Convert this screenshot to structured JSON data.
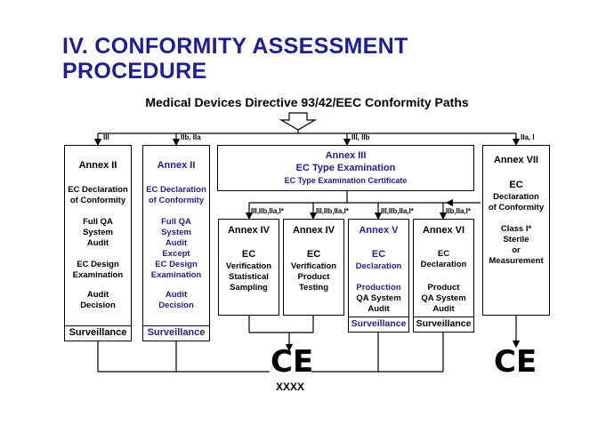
{
  "title_line1": "IV. CONFORMITY ASSESSMENT",
  "title_line2": "PROCEDURE",
  "subtitle": "Medical Devices Directive 93/42/EEC Conformity Paths",
  "labels": {
    "top_iii": "III",
    "top_iib_iia": "IIb, IIa",
    "top_iii_iib": "III, IIb",
    "top_iia_i": "IIa, I",
    "sub1": "III,IIb,IIa,I*",
    "sub2": "III,IIb,IIa,I*",
    "sub3": "III,IIb,IIa,I*",
    "sub4": "IIb,IIa,I*"
  },
  "annex2a": {
    "title": "Annex II",
    "l1": "EC Declaration",
    "l2": "of Conformity",
    "l3": "Full QA",
    "l4": "System",
    "l5": "Audit",
    "l6": "EC Design",
    "l7": "Examination",
    "l8": "Audit",
    "l9": "Decision",
    "surv": "Surveillance"
  },
  "annex2b": {
    "title": "Annex II",
    "l1": "EC Declaration",
    "l2": "of Conformity",
    "l3": "Full QA",
    "l4": "System",
    "l5": "Audit",
    "l6": "Except",
    "l7": "EC Design",
    "l8": "Examination",
    "l9": "Audit",
    "l10": "Decision",
    "surv": "Surveillance"
  },
  "annex3": {
    "l1": "Annex III",
    "l2": "EC Type Examination",
    "l3": "EC Type Examination Certificate"
  },
  "annex4a": {
    "title": "Annex IV",
    "l1": "EC",
    "l2": "Verification",
    "l3": "Statistical",
    "l4": "Sampling"
  },
  "annex4b": {
    "title": "Annex IV",
    "l1": "EC",
    "l2": "Verification",
    "l3": "Product",
    "l4": "Testing"
  },
  "annex5": {
    "title": "Annex V",
    "l1": "EC",
    "l2": "Declaration",
    "l3": "Production",
    "l4": "QA System",
    "l5": "Audit",
    "surv": "Surveillance"
  },
  "annex6": {
    "title": "Annex VI",
    "l1": "EC",
    "l2": "Declaration",
    "l3": "Product",
    "l4": "QA System",
    "l5": "Audit",
    "surv": "Surveillance"
  },
  "annex7": {
    "title": "Annex VII",
    "l1": "EC",
    "l2": "Declaration",
    "l3": "of Conformity",
    "l4": "Class I*",
    "l5": "Sterile",
    "l6": "or",
    "l7": "Measurement"
  },
  "ce_mark": "CE",
  "notified_body": "XXXX"
}
